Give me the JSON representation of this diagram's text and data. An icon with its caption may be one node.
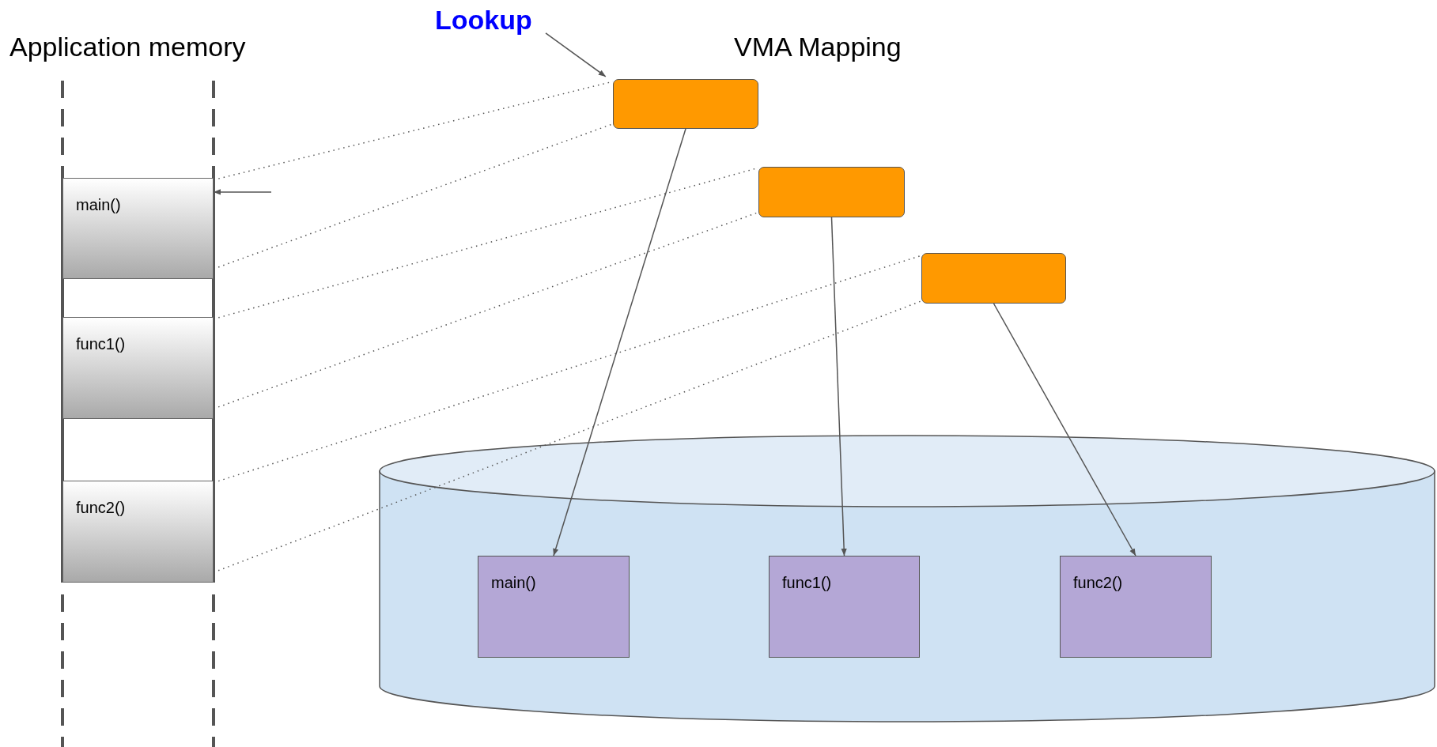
{
  "diagram": {
    "nodes": [
      {
        "text": [
          "Lookup"
        ]
      },
      {
        "text": [
          "main()"
        ]
      },
      {
        "text": [
          "func1()"
        ]
      },
      {
        "text": [
          "func2()"
        ]
      },
      {
        "text": [],
        "shape": "box"
      },
      {
        "text": [],
        "shape": "box"
      },
      {
        "text": [],
        "shape": "box"
      },
      {
        "text": [],
        "shape": "cylinder"
      },
      {
        "text": [
          "main()"
        ],
        "in": 7
      },
      {
        "text": [
          "func1()"
        ],
        "in": 7
      },
      {
        "text": [
          "func2()"
        ],
        "in": 7
      }
    ],
    "edges": [
      {
        "from": 0,
        "to": 4,
        "arrow": "to"
      },
      {
        "from": null,
        "to": 1,
        "arrow": "to"
      },
      {
        "from": 1,
        "to": 4,
        "arrow": "none",
        "style": "dashed"
      },
      {
        "from": 1,
        "to": 4,
        "arrow": "none",
        "style": "dashed"
      },
      {
        "from": 2,
        "to": 5,
        "arrow": "none",
        "style": "dashed"
      },
      {
        "from": 2,
        "to": 5,
        "arrow": "none",
        "style": "dashed"
      },
      {
        "from": 3,
        "to": 6,
        "arrow": "none",
        "style": "dashed"
      },
      {
        "from": 3,
        "to": 6,
        "arrow": "none",
        "style": "dashed"
      },
      {
        "from": 4,
        "to": 8,
        "arrow": "to"
      },
      {
        "from": 5,
        "to": 9,
        "arrow": "to"
      },
      {
        "from": 6,
        "to": 10,
        "arrow": "to"
      }
    ],
    "labels": [
      "Application memory",
      "VMA Mapping"
    ]
  }
}
